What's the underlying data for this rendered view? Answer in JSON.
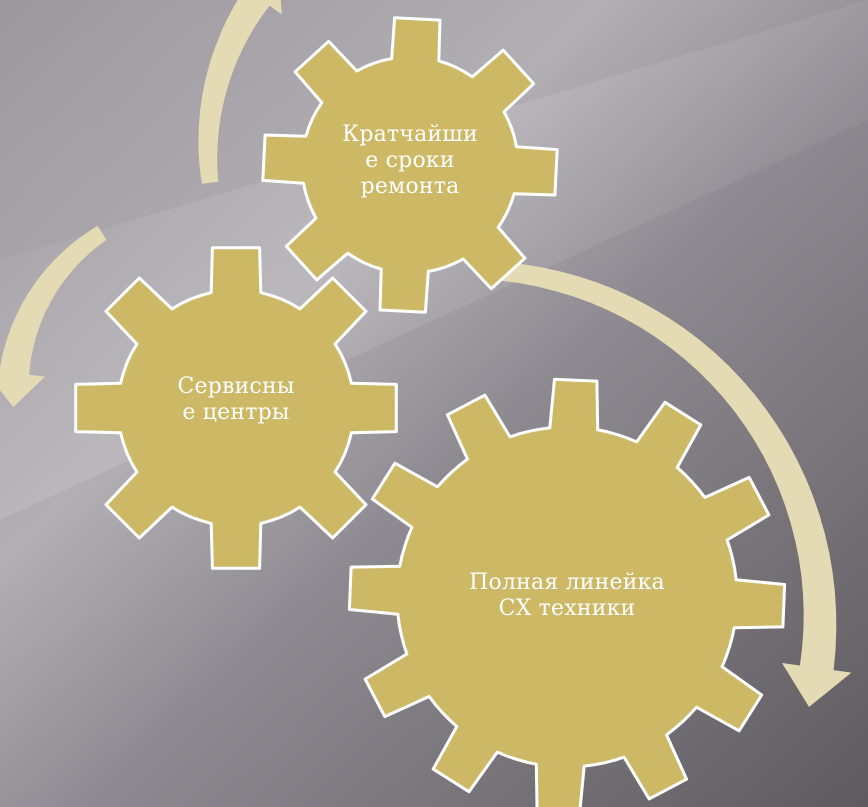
{
  "colors": {
    "background_light": "#b4b1b6",
    "background_mid": "#8d8990",
    "background_dark": "#5f5c61",
    "gear_fill": "#cdb866",
    "gear_stroke": "#ffffff",
    "arrow_fill": "#e4dab4",
    "label_text": "#ffffff"
  },
  "gears": [
    {
      "id": "top",
      "label_lines": [
        "Кратчайши",
        "е сроки",
        "ремонта"
      ]
    },
    {
      "id": "left",
      "label_lines": [
        "Сервисны",
        "е центры"
      ]
    },
    {
      "id": "big",
      "label_lines": [
        "Полная линейка",
        "СХ техники"
      ]
    }
  ],
  "arrows": [
    {
      "id": "arrow-top-up",
      "icon": "curved-arrow-up"
    },
    {
      "id": "arrow-left-down",
      "icon": "curved-arrow-down"
    },
    {
      "id": "arrow-right-down",
      "icon": "curved-arrow-down"
    }
  ]
}
